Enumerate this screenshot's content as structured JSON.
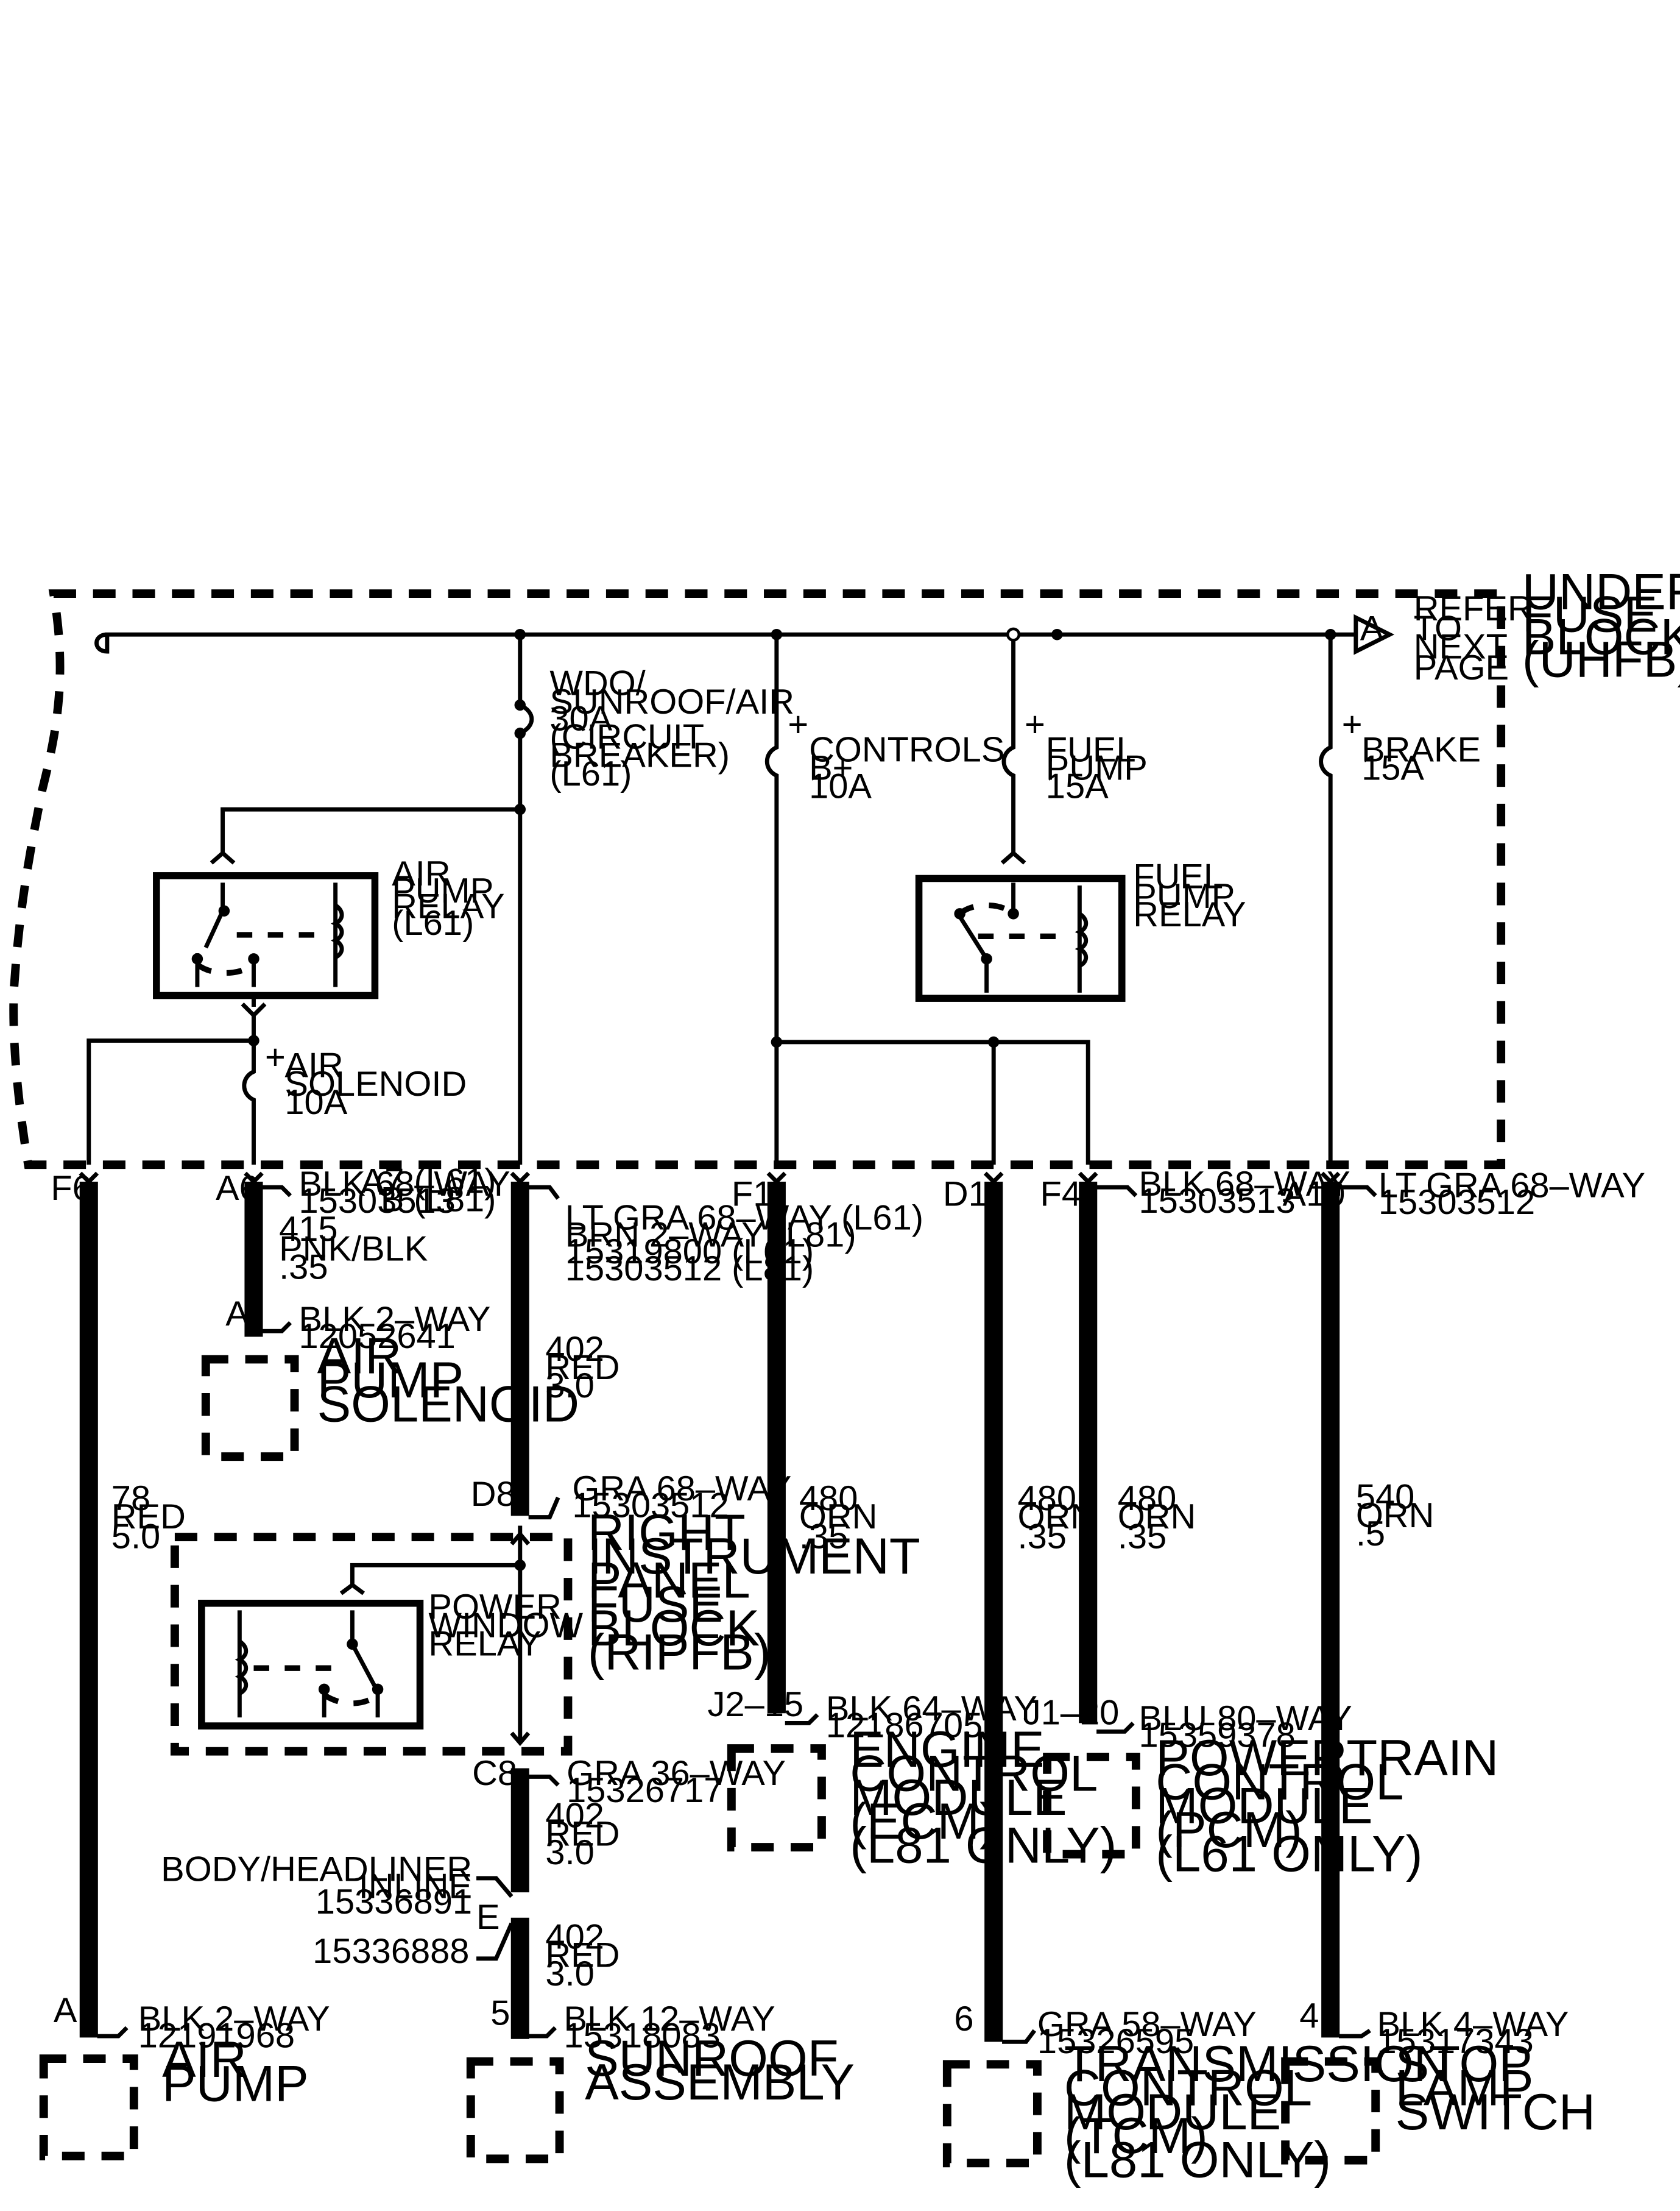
{
  "uhfb": {
    "label": [
      "UNDERHOOD",
      "FUSE",
      "BLOCK",
      "(UHFB)"
    ]
  },
  "refer": {
    "letter": "A",
    "lines": [
      "REFER",
      "TO",
      "NEXT",
      "PAGE"
    ]
  },
  "fuses": {
    "wdo": [
      "WDO/",
      "SUNROOF/AIR",
      "30A",
      "(CIRCUIT",
      "BREAKER)",
      "(L61)"
    ],
    "controls": [
      "CONTROLS",
      "B+",
      "10A"
    ],
    "fuel": [
      "FUEL",
      "PUMP",
      "15A"
    ],
    "brake": [
      "BRAKE",
      "15A"
    ],
    "air_solenoid": [
      "AIR",
      "SOLENOID",
      "10A"
    ],
    "plus": "+"
  },
  "relays": {
    "air_pump": [
      "AIR",
      "PUMP",
      "RELAY",
      "(L61)"
    ],
    "fuel_pump": [
      "FUEL",
      "PUMP",
      "RELAY"
    ],
    "power_window": [
      "POWER",
      "WINDOW",
      "RELAY"
    ]
  },
  "pins": {
    "f6": "F6",
    "a6": "A6",
    "a7": [
      "A7 (L61)",
      "B (L81)"
    ],
    "f1": "F1",
    "d1": "D1",
    "f4": "F4",
    "a10": "A10",
    "a_solenoid": "A",
    "d8": "D8",
    "c8": "C8",
    "e": "E",
    "j2_15": "J2–15",
    "j1_20": "J1–20",
    "a_airpump": "A",
    "five": "5",
    "six": "6",
    "four": "4"
  },
  "connectors": {
    "a6": [
      "BLK 68–WAY",
      "15303513"
    ],
    "a7": [
      "LT GRA 68–WAY (L61)",
      "BRN 2–WAY (L81)",
      "15319800 (L61)",
      "15303512 (L81)"
    ],
    "f4": [
      "BLK 68–WAY",
      "15303513"
    ],
    "a10": [
      "LT GRA 68–WAY",
      "15303512"
    ],
    "solenoid": [
      "BLK 2–WAY",
      "12052641"
    ],
    "d8": [
      "GRA 68–WAY",
      "15303512"
    ],
    "c8": [
      "GRA 36–WAY",
      "15326717"
    ],
    "inline": [
      "BODY/HEADLINER",
      "INLINE",
      "15336891"
    ],
    "inline_e": "15336888",
    "ecm": [
      "BLK 64–WAY",
      "12186705"
    ],
    "pcm": [
      "BLU 80–WAY",
      "15359378"
    ],
    "airpump": [
      "BLK 2–WAY",
      "12191968"
    ],
    "sunroof": [
      "BLK 12–WAY",
      "15318083"
    ],
    "tcm": [
      "GRA 58–WAY",
      "15326595"
    ],
    "stop": [
      "BLK 4–WAY",
      "15317343"
    ]
  },
  "wires": {
    "w415": [
      "415",
      "PNK/BLK",
      ".35"
    ],
    "w78": [
      "78",
      "RED",
      "5.0"
    ],
    "w402a": [
      "402",
      "RED",
      "3.0"
    ],
    "w402b": [
      "402",
      "RED",
      "3.0"
    ],
    "w402c": [
      "402",
      "RED",
      "3.0"
    ],
    "w480a": [
      "480",
      "ORN",
      ".35"
    ],
    "w480b": [
      "480",
      "ORN",
      ".35"
    ],
    "w480c": [
      "480",
      "ORN",
      ".35"
    ],
    "w540": [
      "540",
      "ORN",
      ".5"
    ]
  },
  "components": {
    "air_pump_solenoid": [
      "AIR",
      "PUMP",
      "SOLENOID"
    ],
    "ripfb": [
      "RIGHT",
      "INSTRUMENT",
      "PANEL",
      "FUSE",
      "BLOCK",
      "(RIPFB)"
    ],
    "ecm": [
      "ENGINE",
      "CONTROL",
      "MODULE",
      "(ECM)",
      "(L81 ONLY)"
    ],
    "pcm": [
      "POWERTRAIN",
      "CONTROL",
      "MODULE",
      "(PCM)",
      "(L61 ONLY)"
    ],
    "air_pump": [
      "AIR",
      "PUMP"
    ],
    "sunroof": [
      "SUNROOF",
      "ASSEMBLY"
    ],
    "tcm": [
      "TRANSMISSION",
      "CONTROL",
      "MODULE",
      "(TCM)",
      "(L81 ONLY)"
    ],
    "stop": [
      "STOP",
      "LAMP",
      "SWITCH"
    ]
  }
}
